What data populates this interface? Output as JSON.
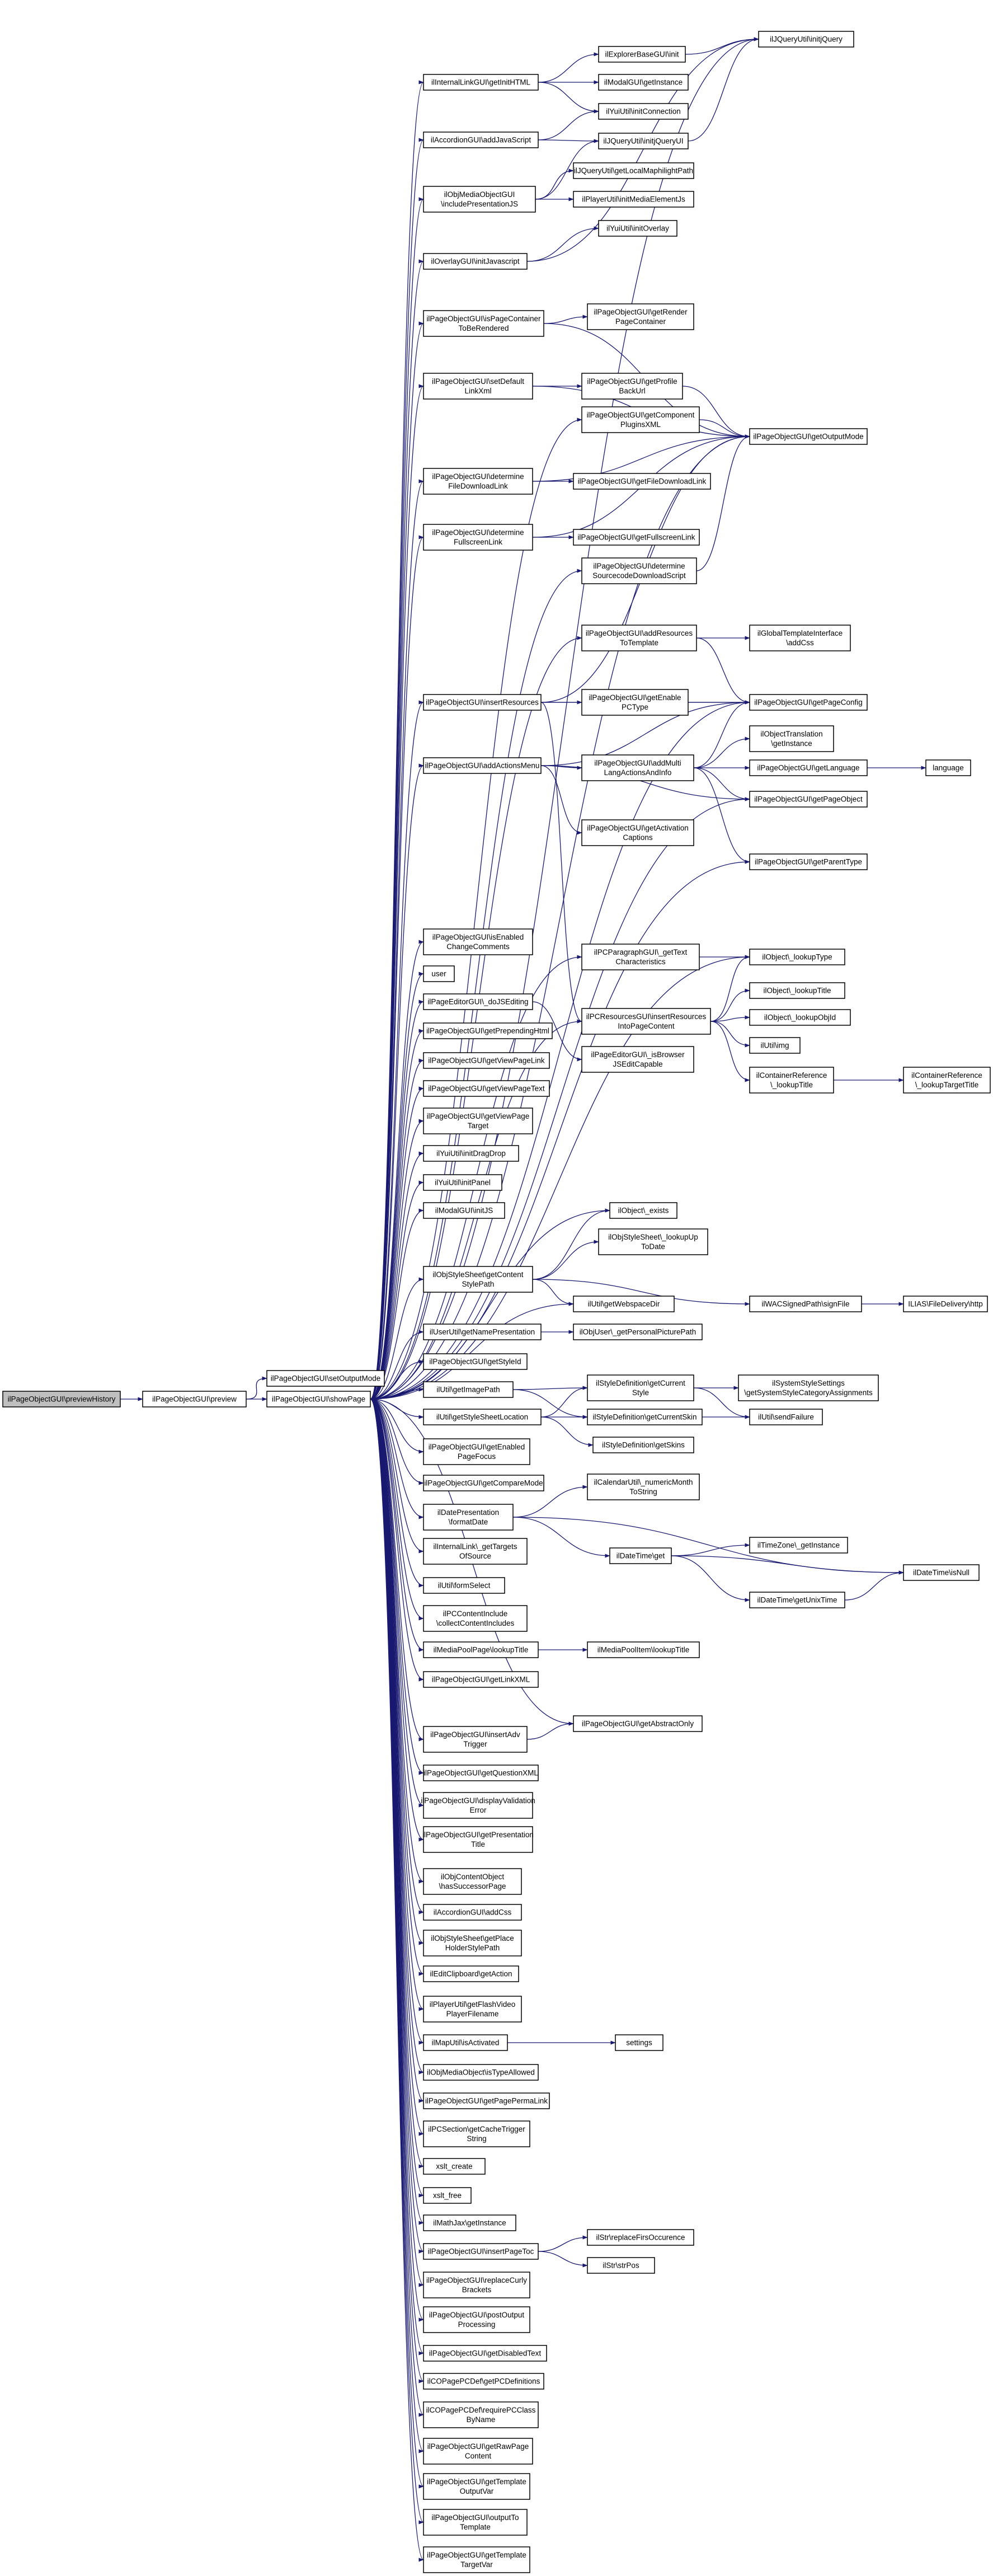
{
  "nodes": {
    "root": [
      "ilPageObjectGUI\\previewHistory"
    ],
    "preview": [
      "ilPageObjectGUI\\preview"
    ],
    "setOutputMode": [
      "ilPageObjectGUI\\setOutputMode"
    ],
    "showPage": [
      "ilPageObjectGUI\\showPage"
    ],
    "jqueryInit": [
      "ilJQueryUtil\\initjQuery"
    ],
    "explorerInit": [
      "ilExplorerBaseGUI\\init"
    ],
    "internalLinkInitHTML": [
      "ilInternalLinkGUI\\getInitHTML"
    ],
    "modalGetInstance": [
      "ilModalGUI\\getInstance"
    ],
    "yuiConnection": [
      "ilYuiUtil\\initConnection"
    ],
    "accordionAddJs": [
      "ilAccordionGUI\\addJavaScript"
    ],
    "jqueryUI": [
      "ilJQueryUtil\\initjQueryUI"
    ],
    "maphilight": [
      "ilJQueryUtil\\getLocalMaphilightPath"
    ],
    "mediaObjIncludePres": [
      "ilObjMediaObjectGUI",
      "\\includePresentationJS"
    ],
    "playerMediaElement": [
      "ilPlayerUtil\\initMediaElementJs"
    ],
    "yuiOverlay": [
      "ilYuiUtil\\initOverlay"
    ],
    "overlayInitJs": [
      "ilOverlayGUI\\initJavascript"
    ],
    "isPageContainerToBeRendered": [
      "ilPageObjectGUI\\isPageContainer",
      "ToBeRendered"
    ],
    "getRenderPageContainer": [
      "ilPageObjectGUI\\getRender",
      "PageContainer"
    ],
    "setDefaultLinkXml": [
      "ilPageObjectGUI\\setDefault",
      "LinkXml"
    ],
    "getProfileBackUrl": [
      "ilPageObjectGUI\\getProfile",
      "BackUrl"
    ],
    "getComponentPluginsXML": [
      "ilPageObjectGUI\\getComponent",
      "PluginsXML"
    ],
    "getOutputMode": [
      "ilPageObjectGUI\\getOutputMode"
    ],
    "determineFileDownloadLink": [
      "ilPageObjectGUI\\determine",
      "FileDownloadLink"
    ],
    "getFileDownloadLink": [
      "ilPageObjectGUI\\getFileDownloadLink"
    ],
    "determineFullscreenLink": [
      "ilPageObjectGUI\\determine",
      "FullscreenLink"
    ],
    "getFullscreenLink": [
      "ilPageObjectGUI\\getFullscreenLink"
    ],
    "determineSourcecodeDownloadScript": [
      "ilPageObjectGUI\\determine",
      "SourcecodeDownloadScript"
    ],
    "addResourcesToTemplate": [
      "ilPageObjectGUI\\addResources",
      "ToTemplate"
    ],
    "globalTemplateAddCss": [
      "ilGlobalTemplateInterface",
      "\\addCss"
    ],
    "insertResources": [
      "ilPageObjectGUI\\insertResources"
    ],
    "getEnablePCType": [
      "ilPageObjectGUI\\getEnable",
      "PCType"
    ],
    "getPageConfig": [
      "ilPageObjectGUI\\getPageConfig"
    ],
    "objectTranslationGetInstance": [
      "ilObjectTranslation",
      "\\getInstance"
    ],
    "addActionsMenu": [
      "ilPageObjectGUI\\addActionsMenu"
    ],
    "addMultiLangActionsAndInfo": [
      "ilPageObjectGUI\\addMulti",
      "LangActionsAndInfo"
    ],
    "getLanguage": [
      "ilPageObjectGUI\\getLanguage"
    ],
    "language": [
      "language"
    ],
    "getPageObject": [
      "ilPageObjectGUI\\getPageObject"
    ],
    "getActivationCaptions": [
      "ilPageObjectGUI\\getActivation",
      "Captions"
    ],
    "getParentType": [
      "ilPageObjectGUI\\getParentType"
    ],
    "getEnabledChangeComments": [
      "ilPageObjectGUI\\isEnabled",
      "ChangeComments"
    ],
    "user": [
      "user"
    ],
    "doJSEditing": [
      "ilPageEditorGUI\\_doJSEditing"
    ],
    "getPrependingHtml": [
      "ilPageObjectGUI\\getPrependingHtml"
    ],
    "getViewPageLink": [
      "ilPageObjectGUI\\getViewPageLink"
    ],
    "getViewPageText": [
      "ilPageObjectGUI\\getViewPageText"
    ],
    "getViewPageTarget": [
      "ilPageObjectGUI\\getViewPage",
      "Target"
    ],
    "yuiDragDrop": [
      "ilYuiUtil\\initDragDrop"
    ],
    "yuiPanel": [
      "ilYuiUtil\\initPanel"
    ],
    "modalInitJS": [
      "ilModalGUI\\initJS"
    ],
    "paragraphGetTextCharacteristics": [
      "ilPCParagraphGUI\\_getText",
      "Characteristics"
    ],
    "lookupType": [
      "ilObject\\_lookupType"
    ],
    "lookupTitle": [
      "ilObject\\_lookupTitle"
    ],
    "insertResourcesIntoPageContent": [
      "ilPCResourcesGUI\\insertResources",
      "IntoPageContent"
    ],
    "isBrowserJSEditCapable": [
      "ilPageEditorGUI\\_isBrowser",
      "JSEditCapable"
    ],
    "lookupObjId": [
      "ilObject\\_lookupObjId"
    ],
    "utilImg": [
      "ilUtil\\img"
    ],
    "containerRefLookupTitle": [
      "ilContainerReference",
      "\\_lookupTitle"
    ],
    "containerRefLookupTargetTitle": [
      "ilContainerReference",
      "\\_lookupTargetTitle"
    ],
    "objectExists": [
      "ilObject\\_exists"
    ],
    "getContentStylePath": [
      "ilObjStyleSheet\\getContent",
      "StylePath"
    ],
    "lookupUpToDate": [
      "ilObjStyleSheet\\_lookupUp",
      "ToDate"
    ],
    "getWebspaceDir": [
      "ilUtil\\getWebspaceDir"
    ],
    "signedPathSignFile": [
      "ilWACSignedPath\\signFile"
    ],
    "fileDeliveryHttp": [
      "ILIAS\\FileDelivery\\http"
    ],
    "getNamePresentation": [
      "ilUserUtil\\getNamePresentation"
    ],
    "getPersonalPicturePath": [
      "ilObjUser\\_getPersonalPicturePath"
    ],
    "getStyleId": [
      "ilPageObjectGUI\\getStyleId"
    ],
    "getImagePath": [
      "ilUtil\\getImagePath"
    ],
    "getCurrentStyle": [
      "ilStyleDefinition\\getCurrent",
      "Style"
    ],
    "systemStyleSettings": [
      "ilSystemStyleSettings",
      "\\getSystemStyleCategoryAssignments"
    ],
    "getCurrentSkin": [
      "ilStyleDefinition\\getCurrentSkin"
    ],
    "utilSendFailure": [
      "ilUtil\\sendFailure"
    ],
    "getStyleSheetLocation": [
      "ilUtil\\getStyleSheetLocation"
    ],
    "getSkins": [
      "ilStyleDefinition\\getSkins"
    ],
    "getEnabledPageFocus": [
      "ilPageObjectGUI\\getEnabled",
      "PageFocus"
    ],
    "getCompareMode": [
      "ilPageObjectGUI\\getCompareMode"
    ],
    "formatDate": [
      "ilDatePresentation",
      "\\formatDate"
    ],
    "numericMonthToString": [
      "ilCalendarUtil\\_numericMonth",
      "ToString"
    ],
    "dateTimeGet": [
      "ilDateTime\\get"
    ],
    "timeZoneGetInstance": [
      "ilTimeZone\\_getInstance"
    ],
    "dateTimeIsNull": [
      "ilDateTime\\isNull"
    ],
    "getUnixTime": [
      "ilDateTime\\getUnixTime"
    ],
    "getTargetsOfSource": [
      "ilInternalLink\\_getTargets",
      "OfSource"
    ],
    "formSelect": [
      "ilUtil\\formSelect"
    ],
    "collectContentIncludes": [
      "ilPCContentInclude",
      "\\collectContentIncludes"
    ],
    "mediaPoolLookupTitle": [
      "ilMediaPoolPage\\lookupTitle"
    ],
    "mediaPoolItemLookupTitle": [
      "ilMediaPoolItem\\lookupTitle"
    ],
    "getLinkXML": [
      "ilPageObjectGUI\\getLinkXML"
    ],
    "insertAdvTrigger": [
      "ilPageObjectGUI\\insertAdv",
      "Trigger"
    ],
    "getAbstractOnly": [
      "ilPageObjectGUI\\getAbstractOnly"
    ],
    "getQuestionXML": [
      "ilPageObjectGUI\\getQuestionXML"
    ],
    "displayValidationError": [
      "ilPageObjectGUI\\displayValidation",
      "Error"
    ],
    "getPresentationTitle": [
      "ilPageObjectGUI\\getPresentation",
      "Title"
    ],
    "hasSuccessorPage": [
      "ilObjContentObject",
      "\\hasSuccessorPage"
    ],
    "accordionAddCss": [
      "ilAccordionGUI\\addCss"
    ],
    "getPlaceHolderStylePath": [
      "ilObjStyleSheet\\getPlace",
      "HolderStylePath"
    ],
    "clipboardGetAction": [
      "ilEditClipboard\\getAction"
    ],
    "getFlashVideoPlayerFilename": [
      "ilPlayerUtil\\getFlashVideo",
      "PlayerFilename"
    ],
    "mapIsActivated": [
      "ilMapUtil\\isActivated"
    ],
    "settings": [
      "settings"
    ],
    "isTypeAllowed": [
      "ilObjMediaObject\\isTypeAllowed"
    ],
    "getPagePermaLink": [
      "ilPageObjectGUI\\getPagePermaLink"
    ],
    "getCacheTriggerString": [
      "ilPCSection\\getCacheTrigger",
      "String"
    ],
    "xsltCreate": [
      "xslt_create"
    ],
    "xsltFree": [
      "xslt_free"
    ],
    "mathJaxGetInstance": [
      "ilMathJax\\getInstance"
    ],
    "insertPageToc": [
      "ilPageObjectGUI\\insertPageToc"
    ],
    "replaceFirsOccurence": [
      "ilStr\\replaceFirsOccurence"
    ],
    "strPos": [
      "ilStr\\strPos"
    ],
    "replaceCurlyBrackets": [
      "ilPageObjectGUI\\replaceCurly",
      "Brackets"
    ],
    "postOutputProcessing": [
      "ilPageObjectGUI\\postOutput",
      "Processing"
    ],
    "getDisabledText": [
      "ilPageObjectGUI\\getDisabledText"
    ],
    "cOPageGetPCDefinitions": [
      "ilCOPagePCDef\\getPCDefinitions"
    ],
    "requirePCClassByName": [
      "ilCOPagePCDef\\requirePCClass",
      "ByName"
    ],
    "getRawPageContent": [
      "ilPageObjectGUI\\getRawPage",
      "Content"
    ],
    "getTemplateOutputVar": [
      "ilPageObjectGUI\\getTemplate",
      "OutputVar"
    ],
    "outputToTemplate": [
      "ilPageObjectGUI\\outputTo",
      "Template"
    ],
    "getTemplateTargetVar": [
      "ilPageObjectGUI\\getTemplate",
      "TargetVar"
    ]
  }
}
